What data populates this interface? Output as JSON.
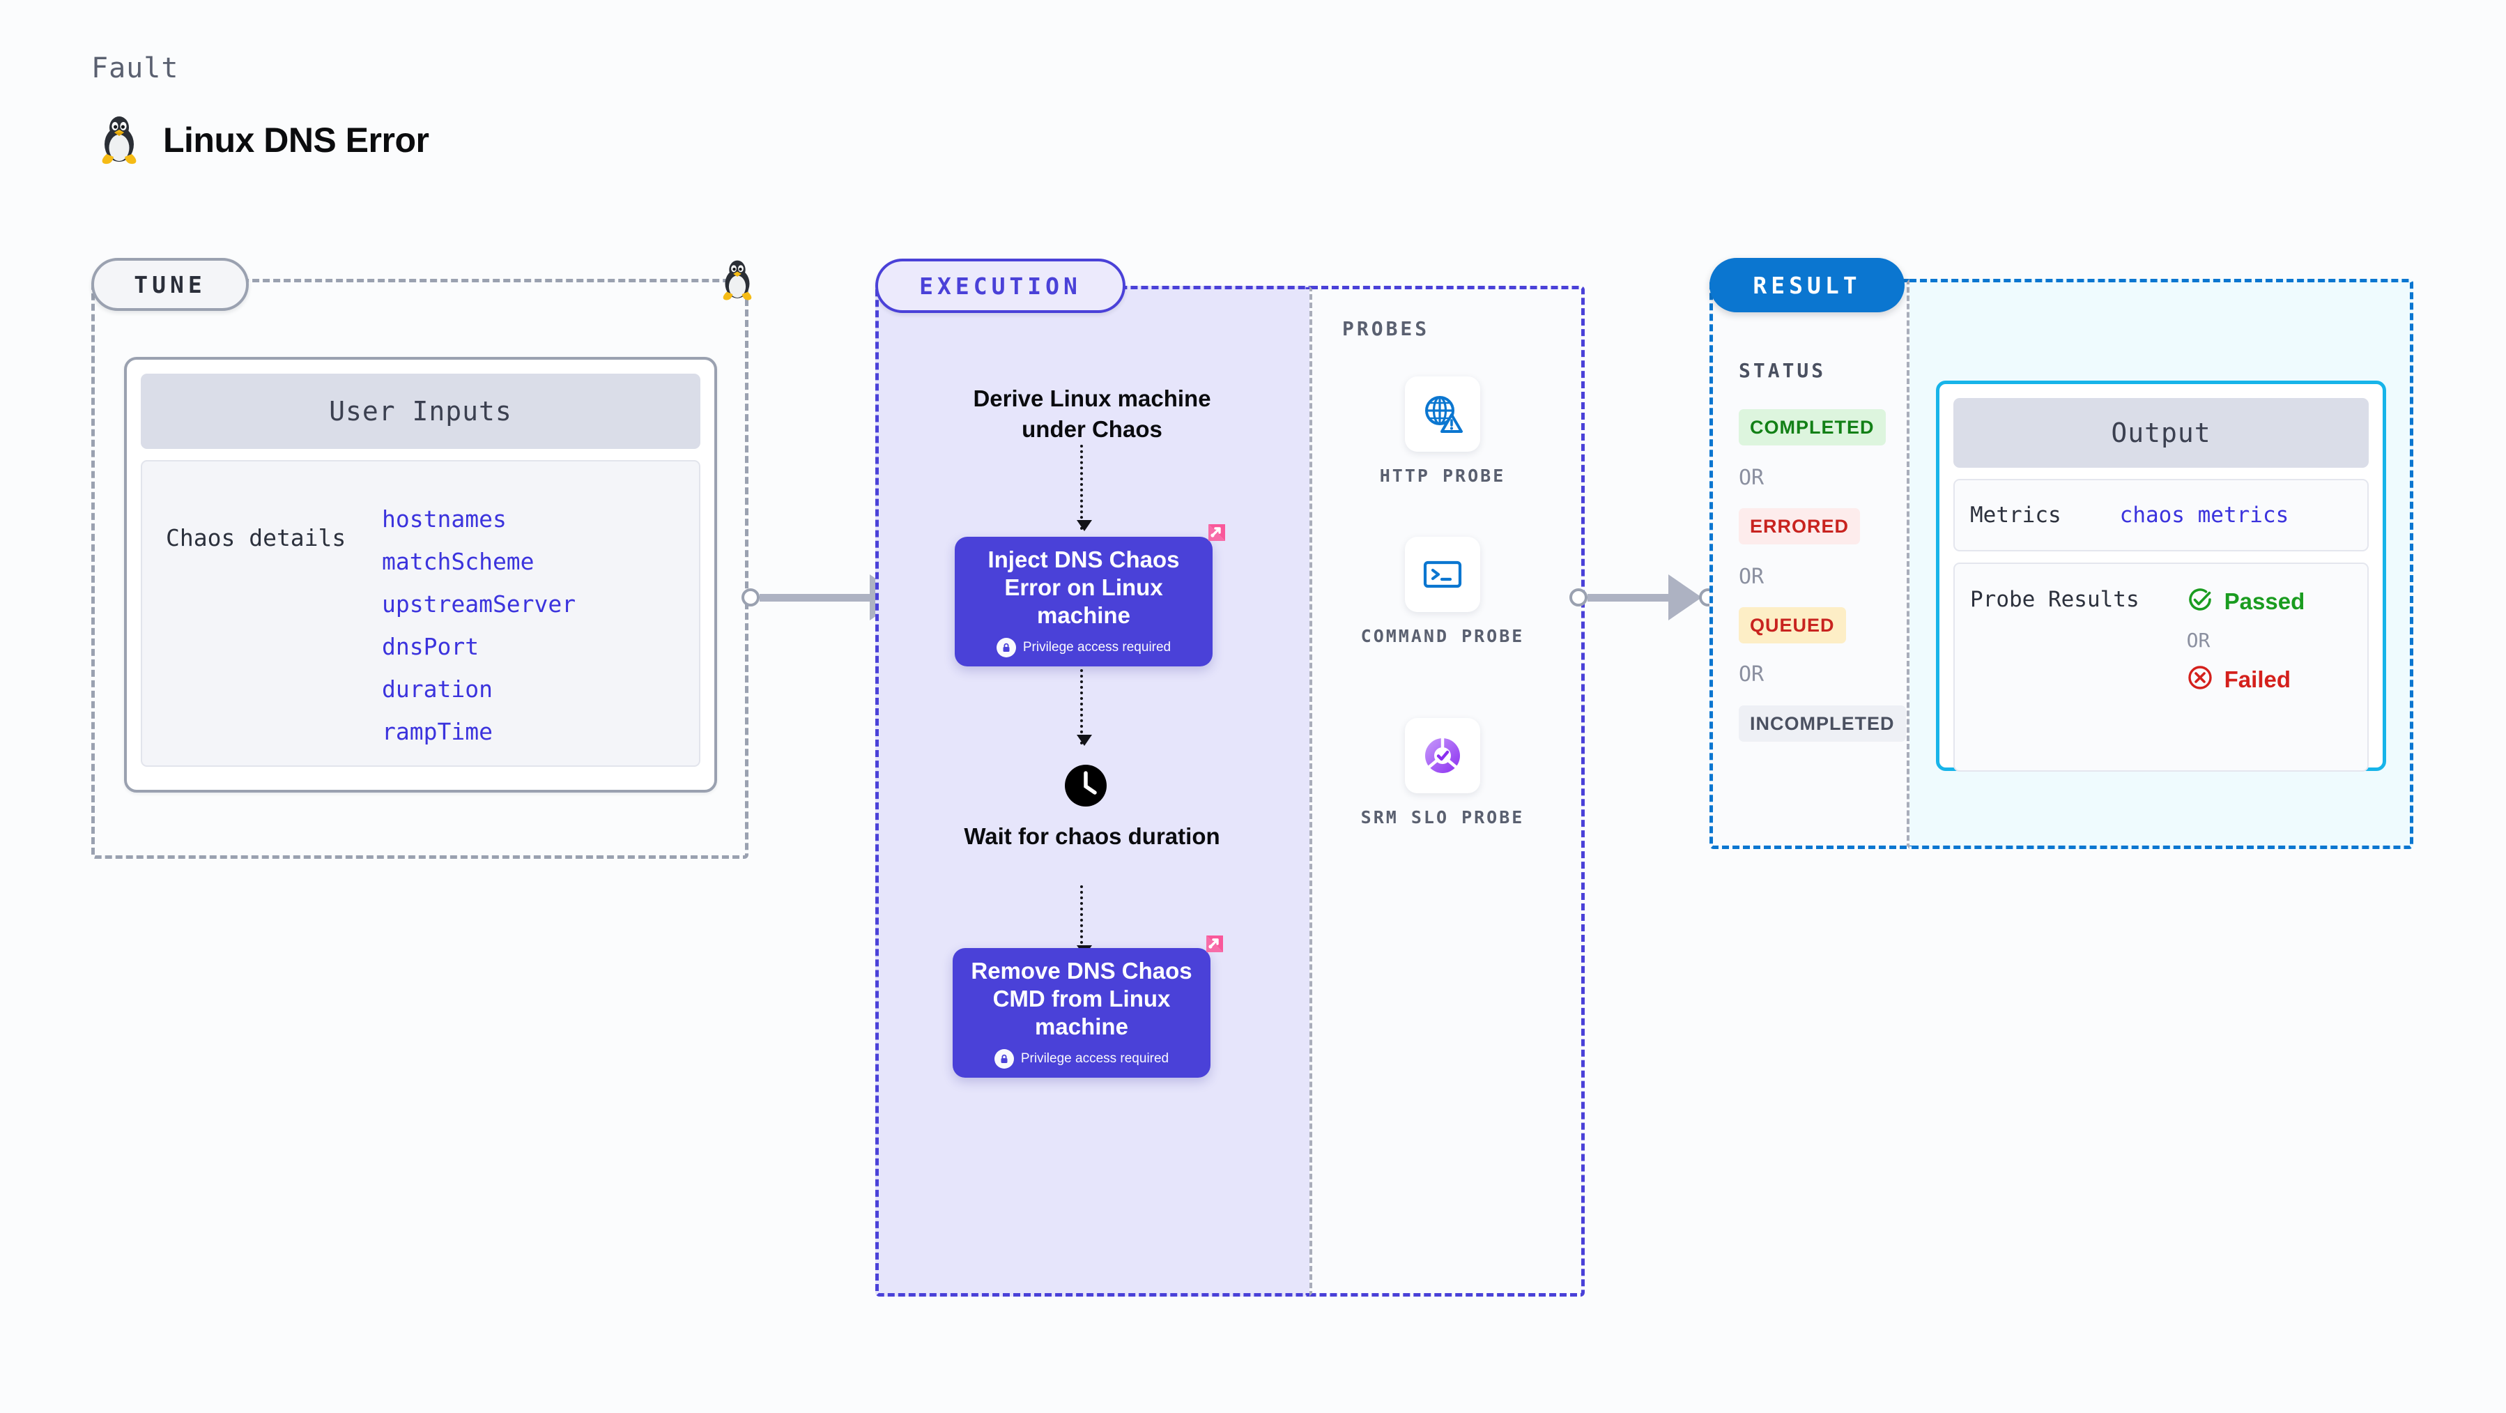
{
  "header": {
    "eyebrow": "Fault",
    "title": "Linux DNS Error",
    "icon": "linux-penguin-icon"
  },
  "tune": {
    "pill_label": "TUNE",
    "card_title": "User Inputs",
    "details_label": "Chaos details",
    "parameters": [
      "hostnames",
      "matchScheme",
      "upstreamServer",
      "dnsPort",
      "duration",
      "rampTime"
    ],
    "edge_icon": "linux-penguin-icon"
  },
  "execution": {
    "pill_label": "EXECUTION",
    "derive_step": "Derive Linux machine under Chaos",
    "inject_node": {
      "title": "Inject DNS Chaos Error on Linux machine",
      "note": "Privilege access required",
      "note_icon": "lock-icon",
      "corner_icon": "chaos-badge-icon",
      "color": "#4a41d8"
    },
    "wait_step": "Wait for chaos duration",
    "wait_icon": "clock-icon",
    "remove_node": {
      "title": "Remove DNS Chaos CMD from Linux machine",
      "note": "Privilege access required",
      "note_icon": "lock-icon",
      "corner_icon": "chaos-badge-icon",
      "color": "#4a41d8"
    }
  },
  "probes": {
    "title": "PROBES",
    "items": [
      {
        "label": "HTTP PROBE",
        "icon": "globe-warning-icon",
        "color": "#0b76d0"
      },
      {
        "label": "COMMAND PROBE",
        "icon": "terminal-icon",
        "color": "#0b76d0"
      },
      {
        "label": "SRM SLO PROBE",
        "icon": "slo-check-icon",
        "color": "#9a52f5"
      }
    ]
  },
  "result": {
    "pill_label": "RESULT",
    "status_title": "STATUS",
    "or_label": "OR",
    "statuses": [
      {
        "label": "COMPLETED",
        "bg": "#ddf5de",
        "fg": "#128016"
      },
      {
        "label": "ERRORED",
        "bg": "#fdecec",
        "fg": "#c8231f"
      },
      {
        "label": "QUEUED",
        "bg": "#fdeec6",
        "fg": "#c8231f"
      },
      {
        "label": "INCOMPLETED",
        "bg": "#eef0f5",
        "fg": "#4a5060"
      }
    ],
    "output": {
      "header": "Output",
      "metrics_key": "Metrics",
      "metrics_value": "chaos metrics",
      "probe_results_key": "Probe Results",
      "passed_label": "Passed",
      "passed_icon": "check-circle-icon",
      "or_label": "OR",
      "failed_label": "Failed",
      "failed_icon": "x-circle-icon"
    }
  }
}
